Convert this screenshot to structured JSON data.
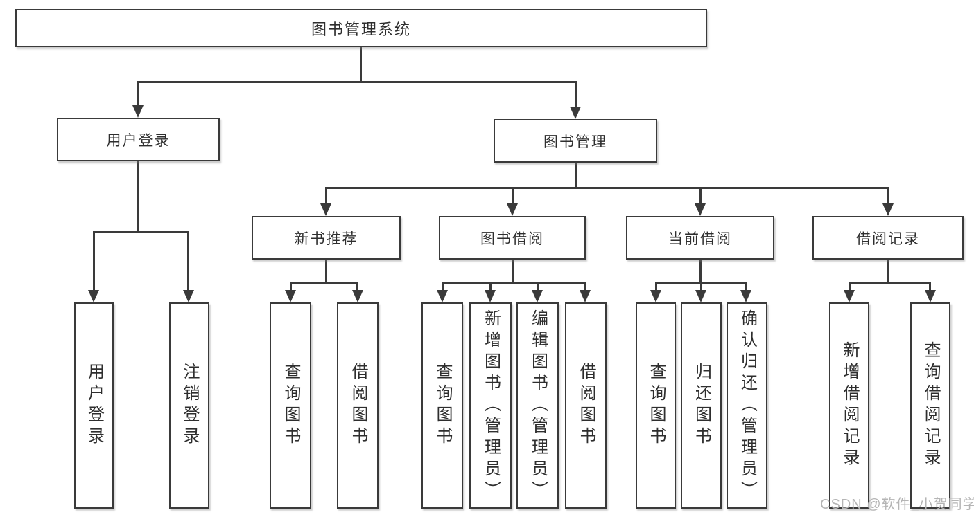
{
  "root": {
    "label": "图书管理系统"
  },
  "level2": {
    "user_login": {
      "label": "用户登录"
    },
    "book_management": {
      "label": "图书管理"
    }
  },
  "level3": {
    "new_book_recommend": {
      "label": "新书推荐"
    },
    "book_borrow": {
      "label": "图书借阅"
    },
    "current_borrow": {
      "label": "当前借阅"
    },
    "borrow_records": {
      "label": "借阅记录"
    }
  },
  "leaves": {
    "user_login": {
      "label": "用户登录"
    },
    "logout": {
      "label": "注销登录"
    },
    "nb_query_books": {
      "label": "查询图书"
    },
    "nb_borrow_books": {
      "label": "借阅图书"
    },
    "bb_query_books": {
      "label": "查询图书"
    },
    "bb_add_books_admin": {
      "label": "新增图书（管理员）"
    },
    "bb_edit_books_admin": {
      "label": "编辑图书（管理员）"
    },
    "bb_borrow_books": {
      "label": "借阅图书"
    },
    "cb_query_books": {
      "label": "查询图书"
    },
    "cb_return_books": {
      "label": "归还图书"
    },
    "cb_confirm_return_admin": {
      "label": "确认归还（管理员）"
    },
    "br_add_record": {
      "label": "新增借阅记录"
    },
    "br_query_record": {
      "label": "查询借阅记录"
    }
  },
  "hierarchy": {
    "图书管理系统": {
      "用户登录": [
        "用户登录",
        "注销登录"
      ],
      "图书管理": {
        "新书推荐": [
          "查询图书",
          "借阅图书"
        ],
        "图书借阅": [
          "查询图书",
          "新增图书（管理员）",
          "编辑图书（管理员）",
          "借阅图书"
        ],
        "当前借阅": [
          "查询图书",
          "归还图书",
          "确认归还（管理员）"
        ],
        "借阅记录": [
          "新增借阅记录",
          "查询借阅记录"
        ]
      }
    }
  },
  "watermark": {
    "text": "CSDN @软件_小贺同学"
  },
  "colors": {
    "line": "#3a3a3a",
    "box_border": "#3a3a3a",
    "text": "#2e2e2e",
    "background": "#ffffff",
    "watermark": "#b5b5b5"
  }
}
